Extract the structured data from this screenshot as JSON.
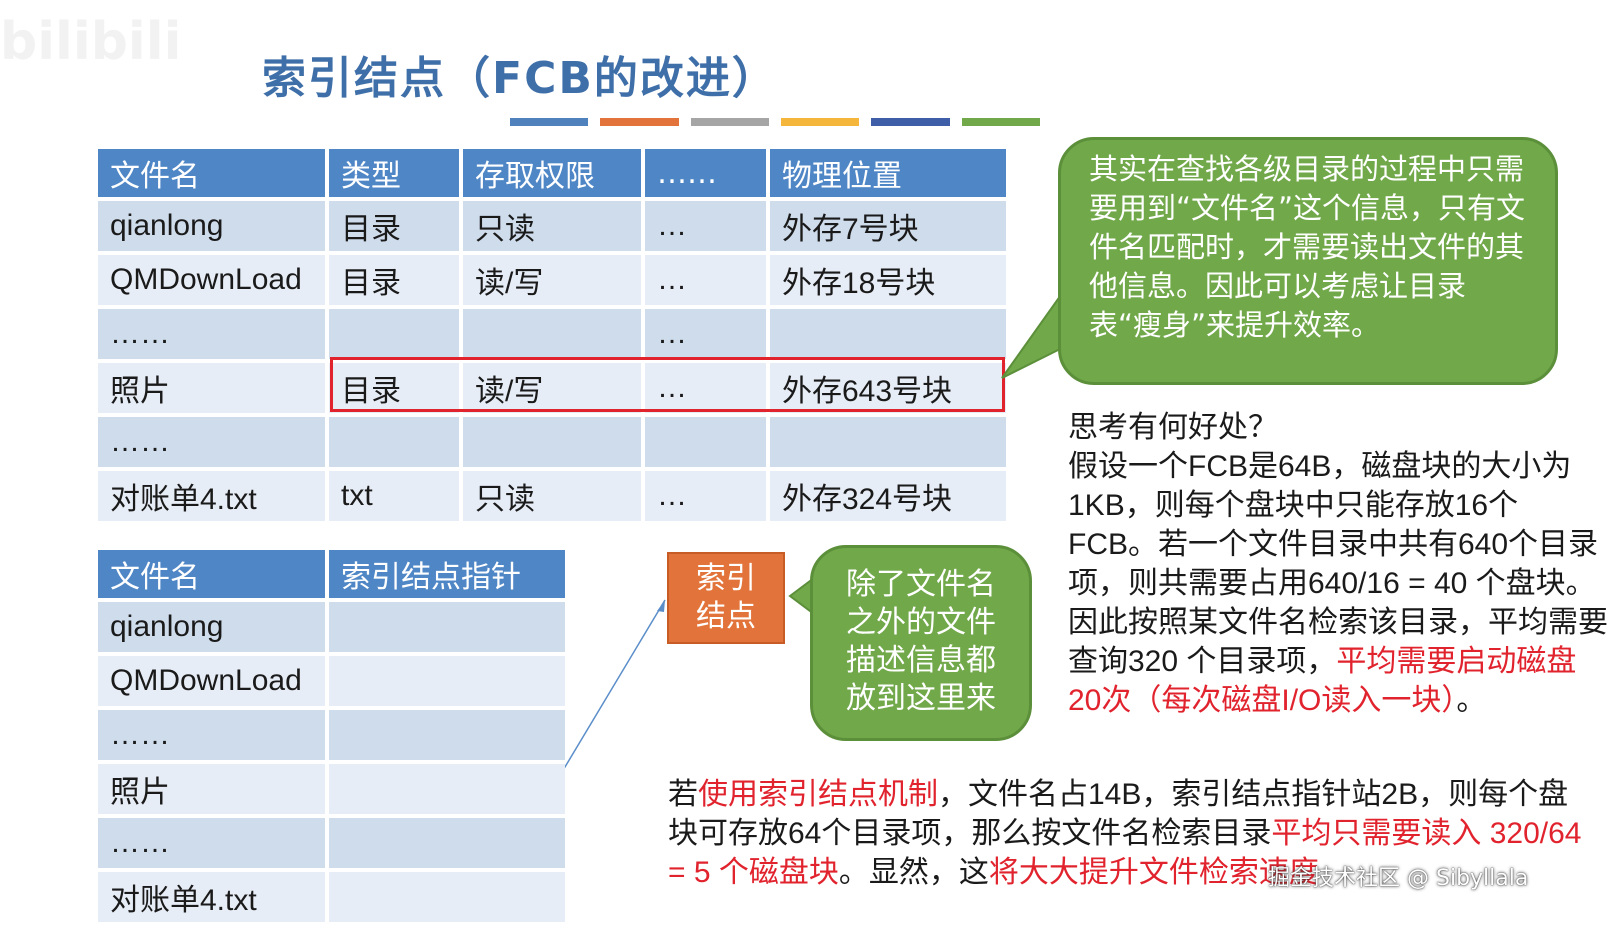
{
  "watermark": "bilibili",
  "title": "索引结点（FCB的改进）",
  "title_bar_colors": [
    "#4f81bd",
    "#e2733a",
    "#a5a5a5",
    "#f5b73b",
    "#3e5fa8",
    "#71a84a"
  ],
  "fcb_table": {
    "headers": [
      "文件名",
      "类型",
      "存取权限",
      "……",
      "物理位置"
    ],
    "rows": [
      [
        "qianlong",
        "目录",
        "只读",
        "…",
        "外存7号块"
      ],
      [
        "QMDownLoad",
        "目录",
        "读/写",
        "…",
        "外存18号块"
      ],
      [
        "……",
        "",
        "",
        "…",
        ""
      ],
      [
        "照片",
        "目录",
        "读/写",
        "…",
        "外存643号块"
      ],
      [
        "……",
        "",
        "",
        "",
        ""
      ],
      [
        "对账单4.txt",
        "txt",
        "只读",
        "…",
        "外存324号块"
      ]
    ]
  },
  "index_table": {
    "headers": [
      "文件名",
      "索引结点指针"
    ],
    "rows": [
      [
        "qianlong",
        ""
      ],
      [
        "QMDownLoad",
        ""
      ],
      [
        "……",
        ""
      ],
      [
        "照片",
        ""
      ],
      [
        "……",
        ""
      ],
      [
        "对账单4.txt",
        ""
      ]
    ]
  },
  "bubble_top": "其实在查找各级目录的过程中只需要用到“文件名”这个信息，只有文件名匹配时，才需要读出文件的其他信息。因此可以考虑让目录表“瘦身”来提升效率。",
  "index_node_label": [
    "索引",
    "结点"
  ],
  "bubble_mid": [
    "除了文件名",
    "之外的文件",
    "描述信息都",
    "放到这里来"
  ],
  "think": {
    "line1": "思考有何好处？",
    "body": "假设一个FCB是64B，磁盘块的大小为1KB，则每个盘块中只能存放16个FCB。若一个文件目录中共有640个目录项，则共需要占用640/16 = 40 个盘块。因此按照某文件名检索该目录，平均需要查询320 个目录项，",
    "red": "平均需要启动磁盘20次（每次磁盘I/O读入一块）",
    "end": "。"
  },
  "bottom": {
    "p1": "若",
    "r1": "使用索引结点机制",
    "p2": "，文件名占14B，索引结点指针站2B，则每个盘块可存放64个目录项，那么按文件名检索目录",
    "r2": "平均只需要读入 320/64 = 5 个磁盘块",
    "p3": "。显然，这",
    "r3": "将大大提升文件检索速度"
  },
  "credit": "掘金技术社区 @ Sibyllala",
  "colors": {
    "header_blue": "#4f86c6",
    "bubble_green": "#71a84a",
    "node_orange": "#e2733a",
    "highlight_red": "#e1232e"
  }
}
